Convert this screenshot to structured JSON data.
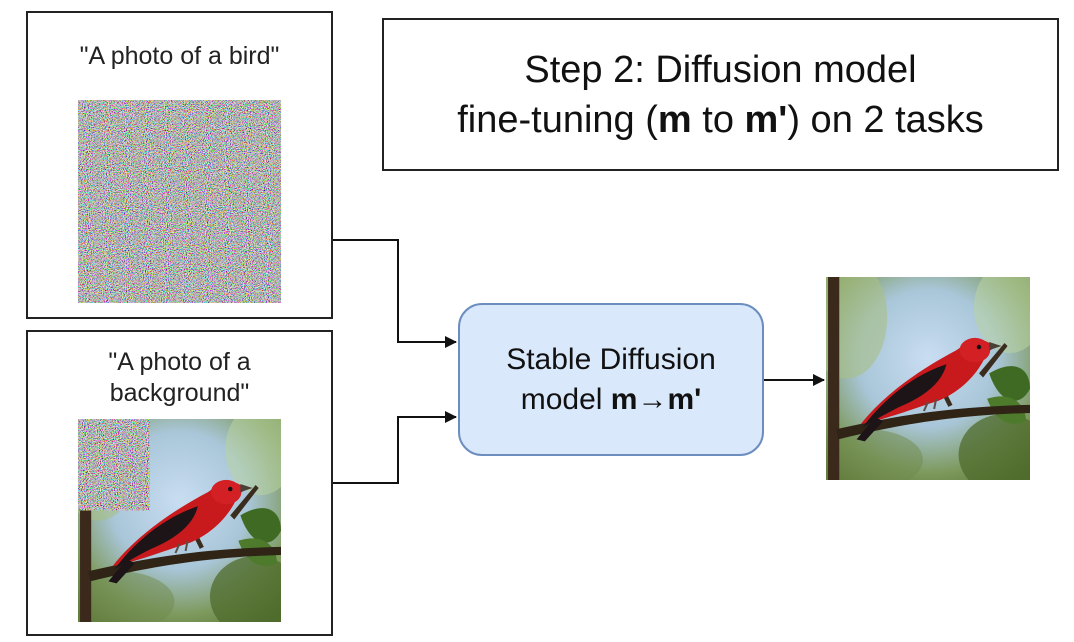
{
  "task1": {
    "prompt": "\"A photo of a bird\""
  },
  "task2": {
    "prompt_line1": "\"A photo of a",
    "prompt_line2": "background\""
  },
  "step": {
    "line1": "Step 2: Diffusion model",
    "line2_prefix": "fine-tuning (",
    "line2_m": "m",
    "line2_mid": " to ",
    "line2_mprime": "m'",
    "line2_suffix": ") on 2 tasks"
  },
  "model": {
    "line1": "Stable Diffusion",
    "line2_prefix": "model ",
    "line2_bold": "m→m'"
  },
  "colors": {
    "model_fill": "#dae8fc",
    "model_border": "#6c8ebf",
    "bird_red": "#c8191d",
    "wing_black": "#1c1416"
  }
}
